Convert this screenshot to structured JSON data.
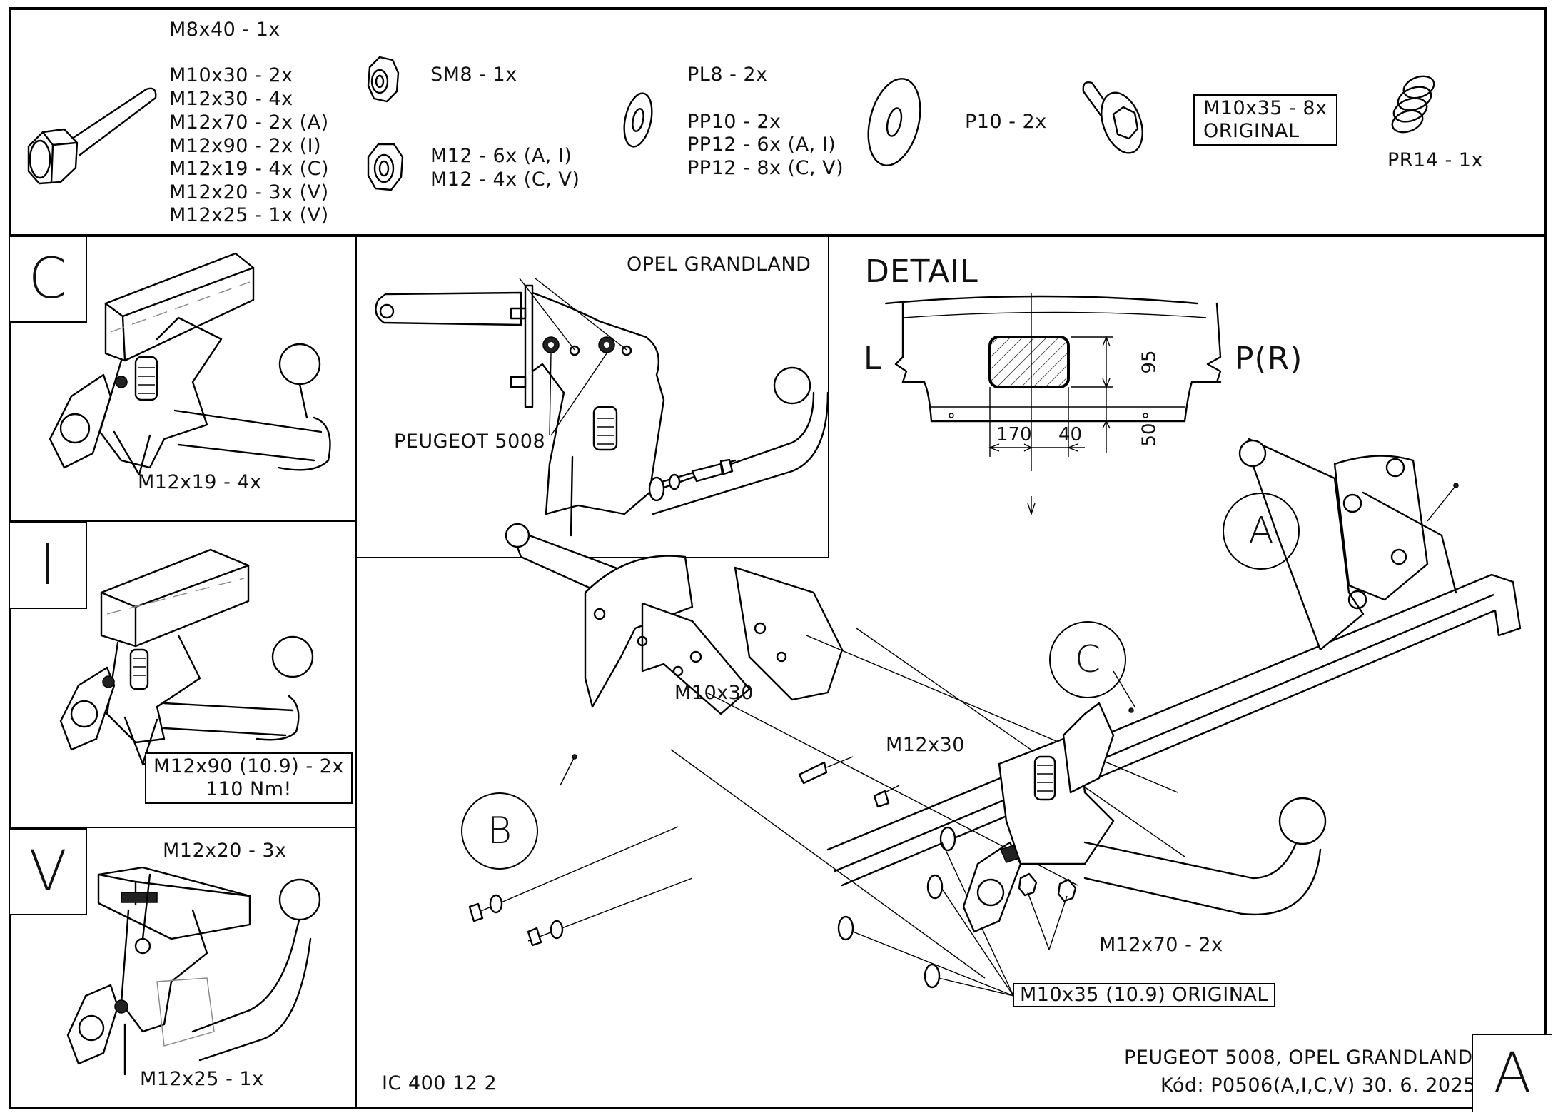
{
  "parts_list": {
    "bolts": [
      "M8x40 - 1x",
      "M10x30 - 2x",
      "M12x30 - 4x",
      "M12x70 - 2x (A)",
      "M12x90 - 2x (I)",
      "M12x19 - 4x (C)",
      "M12x20 - 3x (V)",
      "M12x25 - 1x (V)"
    ],
    "self_locking_nut": "SM8 - 1x",
    "nuts": [
      "M12 - 6x (A, I)",
      "M12 - 4x (C, V)"
    ],
    "washers": [
      "PL8 - 2x",
      "PP10 - 2x",
      "PP12 - 6x (A, I)",
      "PP12 - 8x (C, V)"
    ],
    "large_washer": "P10 - 2x",
    "original_bolts": [
      "M10x35 - 8x",
      "ORIGINAL"
    ],
    "spring": "PR14 - 1x"
  },
  "variants": {
    "c": {
      "letter": "C",
      "callout": "M12x19 - 4x"
    },
    "i": {
      "letter": "I",
      "callout_line1": "M12x90 (10.9) - 2x",
      "callout_line2": "110 Nm!"
    },
    "v": {
      "letter": "V",
      "callout_top": "M12x20 - 3x",
      "callout_bottom": "M12x25 - 1x"
    }
  },
  "inset": {
    "label_opel": "OPEL GRANDLAND",
    "label_peugeot": "PEUGEOT 5008"
  },
  "detail": {
    "title": "DETAIL",
    "left_side": "L",
    "right_side": "P(R)",
    "dim_height": "95",
    "dim_ground": "50",
    "dim_left": "170",
    "dim_right": "40"
  },
  "assembly": {
    "part_a": "A",
    "part_b": "B",
    "part_c": "C",
    "callout_m10x30": "M10x30",
    "callout_m12x30": "M12x30",
    "callout_m12x70": "M12x70 - 2x",
    "callout_m10x35": "M10x35 (10.9) ORIGINAL"
  },
  "footer": {
    "drawing_number": "IC 400 12 2",
    "vehicle": "PEUGEOT 5008, OPEL GRANDLAND",
    "code": "Kód: P0506(A,I,C,V)  30. 6. 2025",
    "sheet_variant": "A"
  }
}
